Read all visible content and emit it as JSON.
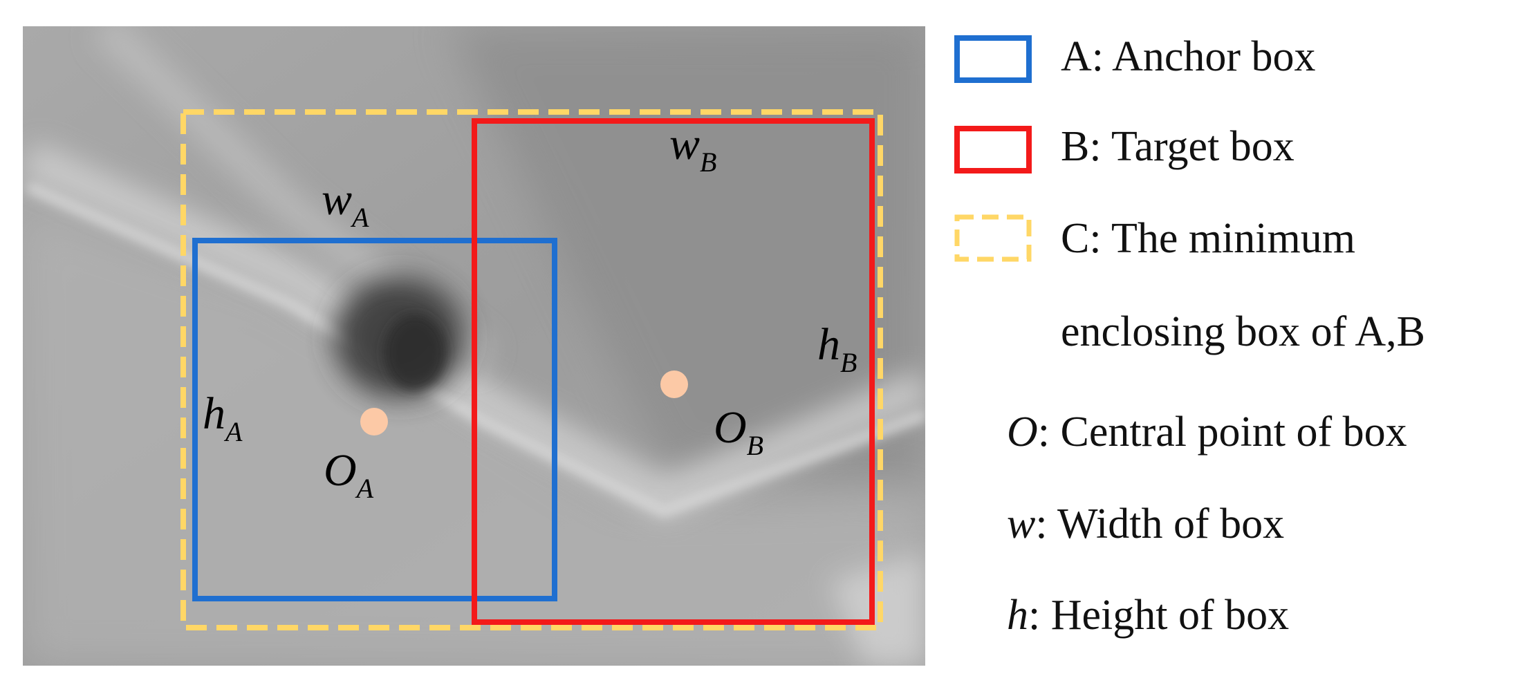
{
  "colors": {
    "anchor": "#1f6fd0",
    "target": "#f31a1a",
    "enclosing": "#ffd766",
    "center": "#fcc9a6"
  },
  "diagram": {
    "labels": {
      "wA": {
        "main": "w",
        "sub": "A"
      },
      "hA": {
        "main": "h",
        "sub": "A"
      },
      "OA": {
        "main": "O",
        "sub": "A"
      },
      "wB": {
        "main": "w",
        "sub": "B"
      },
      "hB": {
        "main": "h",
        "sub": "B"
      },
      "OB": {
        "main": "O",
        "sub": "B"
      }
    }
  },
  "legend": {
    "anchor": "A: Anchor box",
    "target": "B: Target box",
    "enclosing_line1": "C: The minimum",
    "enclosing_line2": "enclosing box of A,B",
    "center": {
      "symbol": "O",
      "text": ": Central point of box"
    },
    "width": {
      "symbol": "w",
      "text": ": Width of box"
    },
    "height": {
      "symbol": "h",
      "text": ": Height of box"
    }
  }
}
